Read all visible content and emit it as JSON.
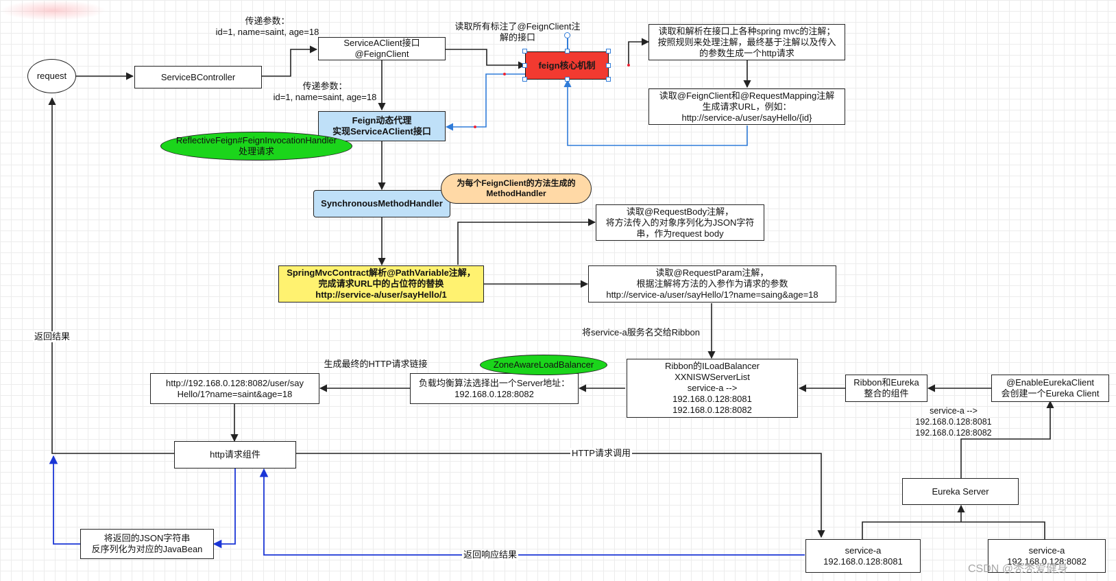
{
  "nodes": {
    "request": "request",
    "service_b_controller": "ServiceBController",
    "service_a_client": "ServiceAClient接口\n@FeignClient",
    "feign_core": "feign核心机制",
    "parse_annotations": "读取和解析在接口上各种spring mvc的注解；\n按照规则来处理注解，最终基于注解以及传入\n的参数生成一个http请求",
    "read_feignclient": "读取@FeignClient和@RequestMapping注解\n生成请求URL，例如：\nhttp://service-a/user/sayHello/{id}",
    "feign_proxy": "Feign动态代理\n实现ServiceAClient接口",
    "reflective_feign": "ReflectiveFeign#FeignInvocationHandler\n处理请求",
    "sync_handler": "SynchronousMethodHandler",
    "method_handler_cloud": "为每个FeignClient的方法生成的\nMethodHandler",
    "request_body": "读取@RequestBody注解，\n将方法传入的对象序列化为JSON字符\n串，作为request body",
    "spring_mvc_contract": "SpringMvcContract解析@PathVariable注解，\n完成请求URL中的占位符的替换\nhttp://service-a/user/sayHello/1",
    "request_param": "读取@RequestParam注解，\n根据注解将方法的入参作为请求的参数\nhttp://service-a/user/sayHello/1?name=saing&age=18",
    "ribbon_lb": "Ribbon的ILoadBalancer\nXXNISWServerList\nservice-a -->\n192.168.0.128:8081\n192.168.0.128:8082",
    "lb_choose": "负载均衡算法选择出一个Server地址：\n192.168.0.128:8082",
    "zone_aware": "ZoneAwareLoadBalancer",
    "final_url": "http://192.168.0.128:8082/user/say\nHello/1?name=saint&age=18",
    "ribbon_eureka": "Ribbon和Eureka\n整合的组件",
    "enable_eureka": "@EnableEurekaClient\n会创建一个Eureka Client",
    "http_component": "http请求组件",
    "deserialize": "将返回的JSON字符串\n反序列化为对应的JavaBean",
    "eureka_server": "Eureka Server",
    "service_a1": "service-a\n192.168.0.128:8081",
    "service_a2": "service-a\n192.168.0.128:8082"
  },
  "labels": {
    "pass_params_1": "传递参数：\nid=1, name=saint, age=18",
    "pass_params_2": "传递参数：\nid=1, name=saint, age=18",
    "read_all_feignclient": "读取所有标注了@FeignClient注\n解的接口",
    "to_ribbon": "将service-a服务名交给Ribbon",
    "final_link": "生成最终的HTTP请求链接",
    "return_result": "返回结果",
    "http_call": "HTTP请求调用",
    "return_response": "返回响应结果",
    "registry_list": "service-a -->\n192.168.0.128:8081\n192.168.0.128:8082"
  },
  "watermark": "CSDN @秃秃爱健身",
  "colors": {
    "line": "#222222",
    "blue_line": "#1a35d6",
    "red_node": "#f23a30",
    "blue_node": "#bfe0f8",
    "yellow_node": "#fff270",
    "green_node": "#1bd51b",
    "cloud_node": "#ffd9a6"
  }
}
